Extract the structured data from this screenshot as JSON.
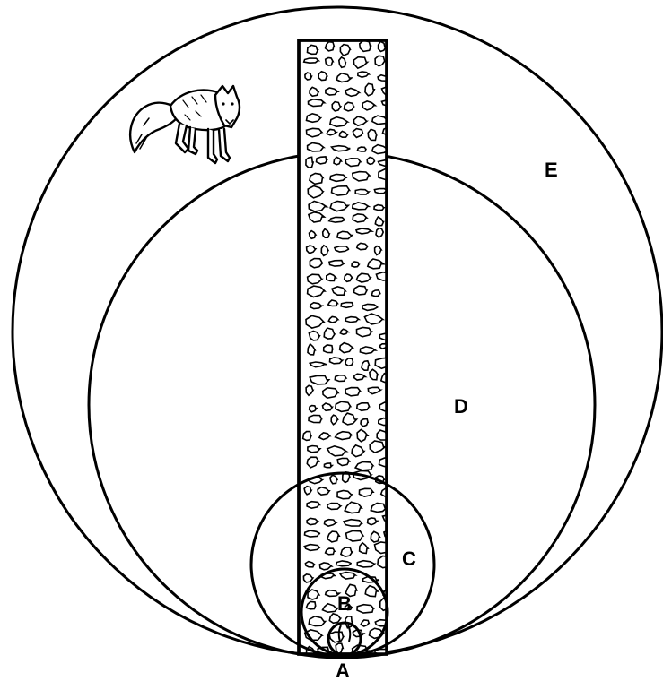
{
  "labels": {
    "a": "A",
    "b": "B",
    "c": "C",
    "d": "D",
    "e": "E"
  },
  "icons": {
    "animal": "fox-icon",
    "texture": "pebble-fill"
  }
}
